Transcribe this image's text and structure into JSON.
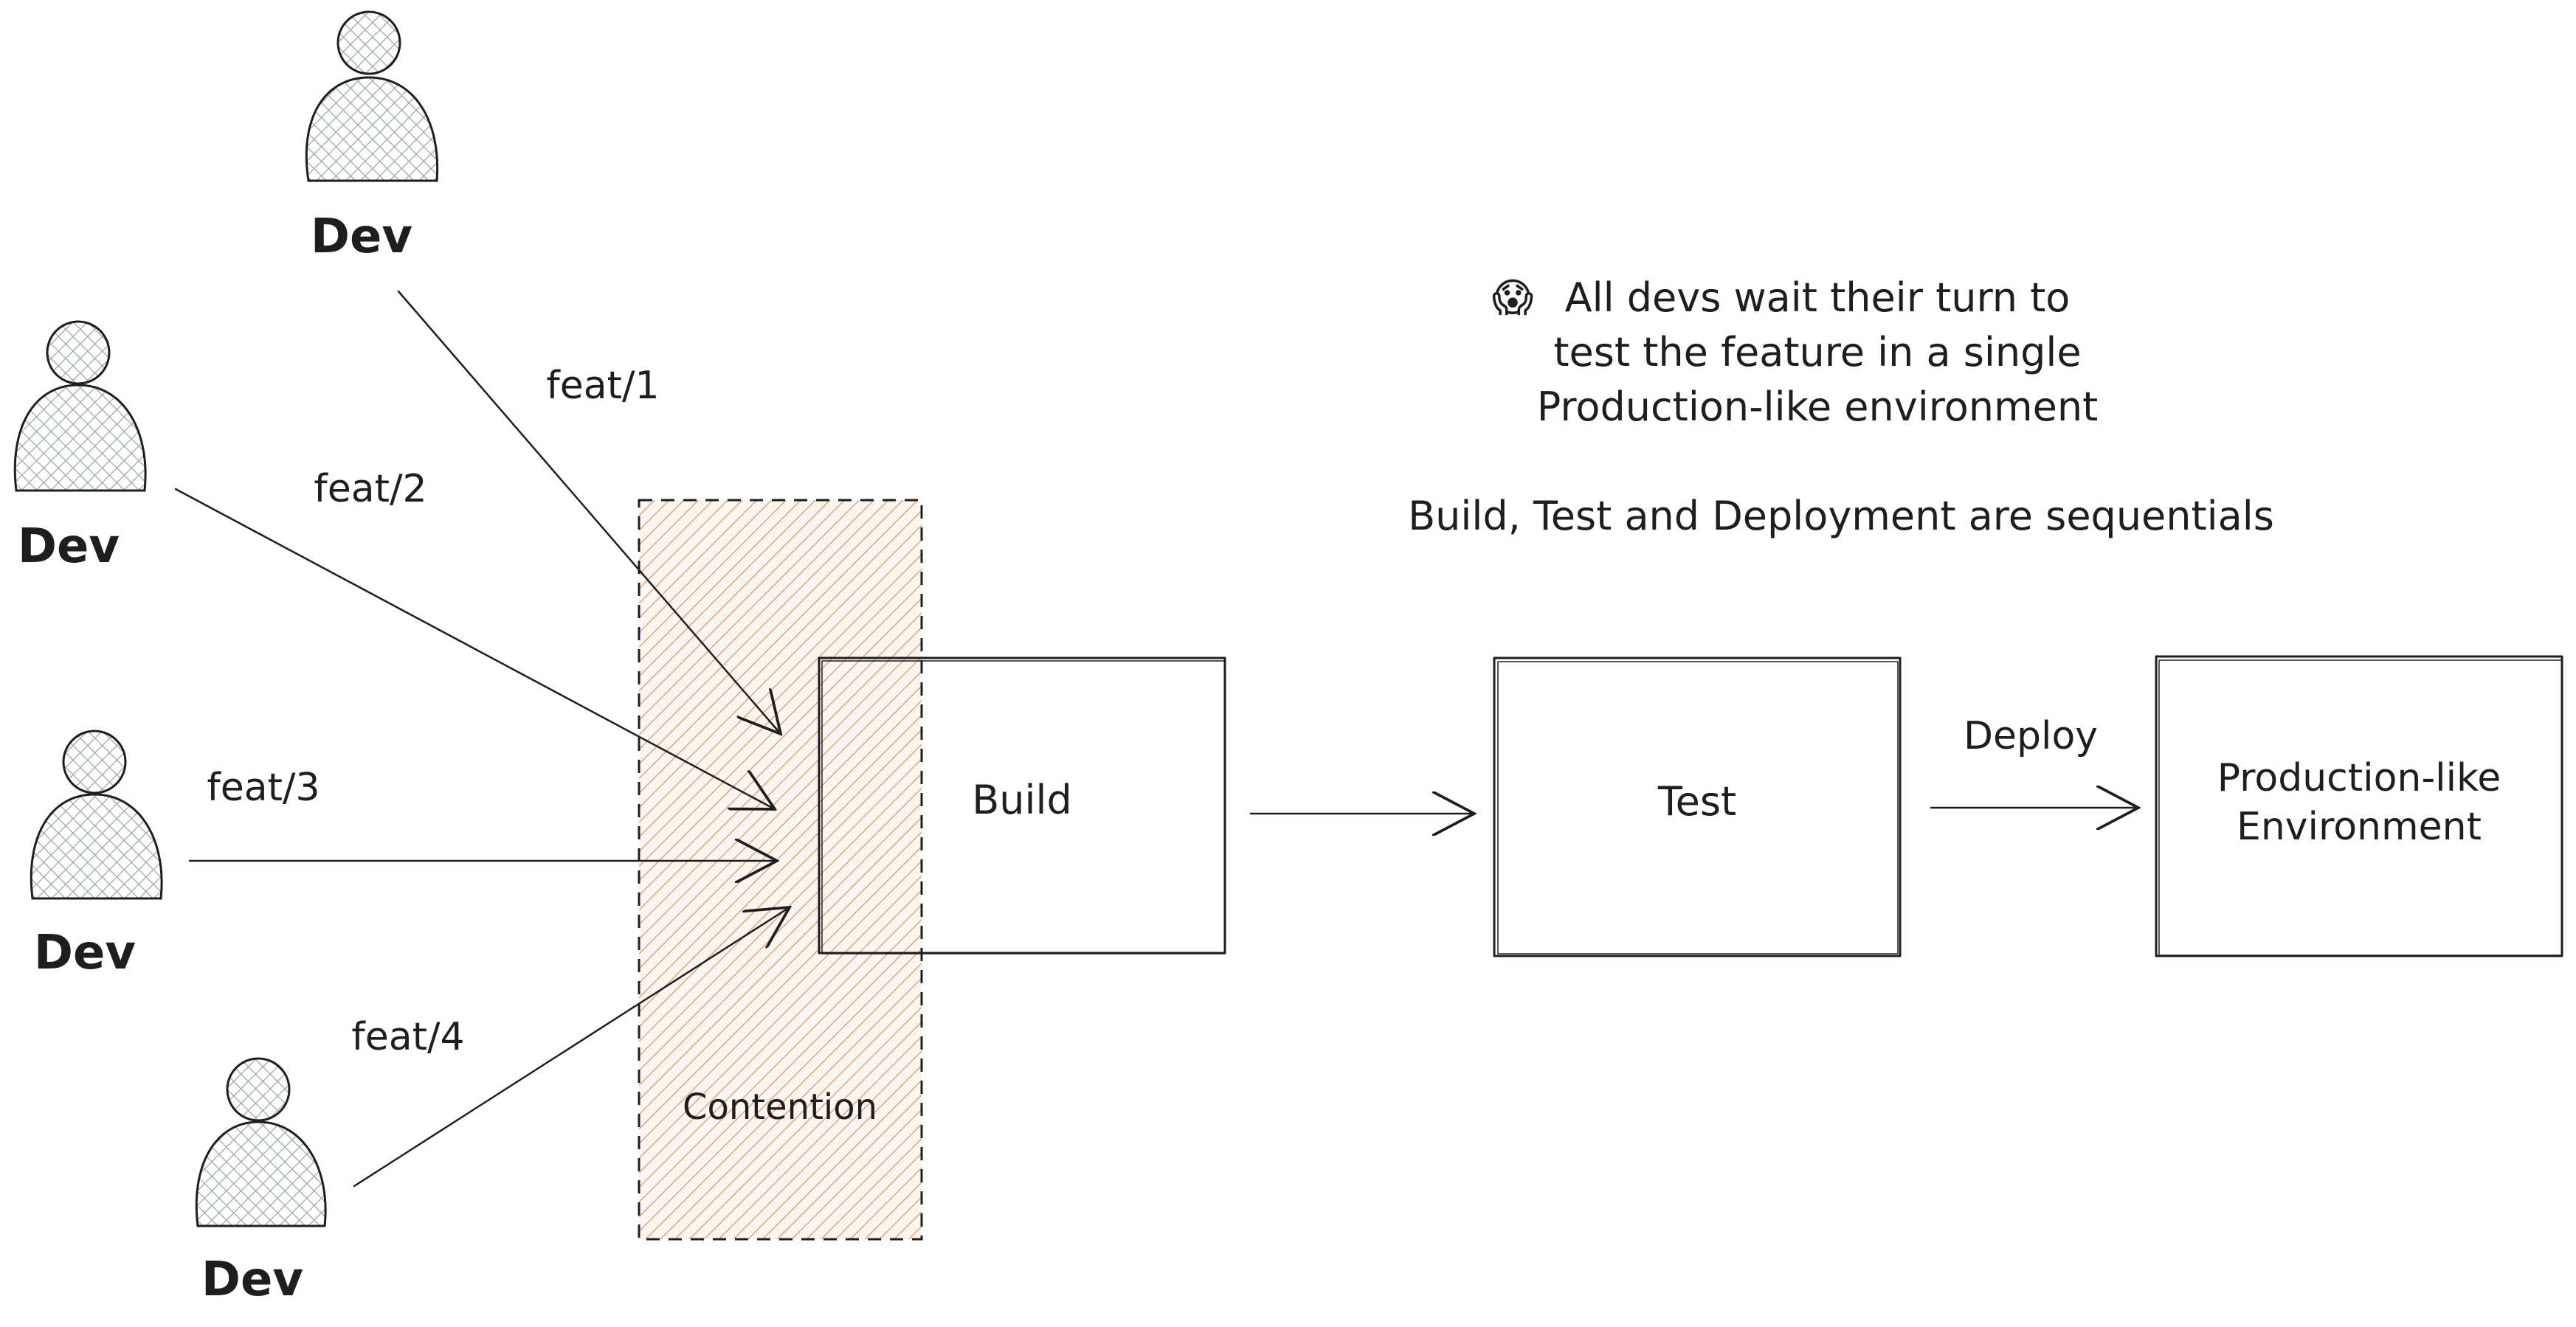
{
  "devs": [
    {
      "label": "Dev",
      "branch": "feat/1"
    },
    {
      "label": "Dev",
      "branch": "feat/2"
    },
    {
      "label": "Dev",
      "branch": "feat/3"
    },
    {
      "label": "Dev",
      "branch": "feat/4"
    }
  ],
  "contention": {
    "label": "Contention",
    "color": "#c9955a"
  },
  "stages": {
    "build": "Build",
    "test": "Test",
    "production": [
      "Production-like",
      "Environment"
    ]
  },
  "deploy_label": "Deploy",
  "note": {
    "emoji": "😱",
    "lines": [
      "All devs wait their turn to",
      "test the feature in a single",
      "Production-like environment"
    ],
    "sequential": "Build, Test and Deployment are sequentials"
  },
  "colors": {
    "ink": "#1e1e1e",
    "person_fill": "#dde3e7",
    "contention_fill": "#c9955a"
  }
}
